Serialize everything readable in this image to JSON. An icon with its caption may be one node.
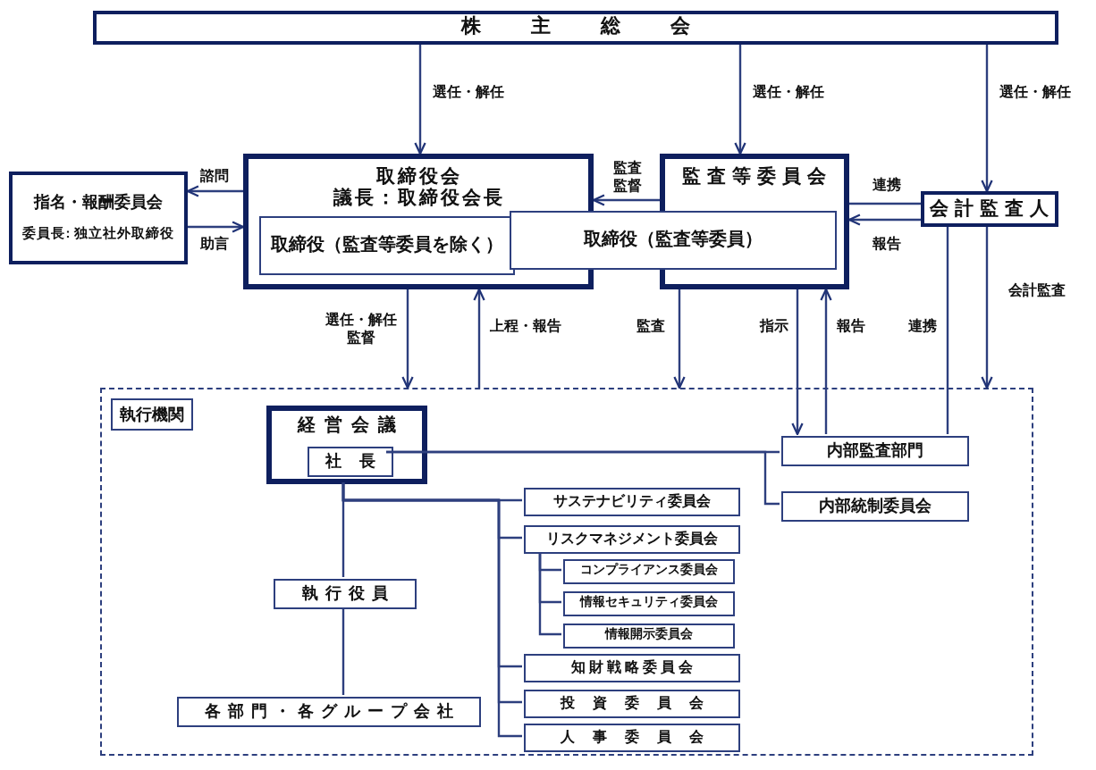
{
  "diagram": {
    "nodes": [
      {
        "text": [
          "株主総会"
        ]
      },
      {
        "text": [
          "指名・報酬委員会",
          "委員長: 独立社外取締役"
        ]
      },
      {
        "text": [
          "取締役会",
          "議長：取締役会長"
        ]
      },
      {
        "text": [
          "取締役（監査等委員を除く）"
        ],
        "in": 2
      },
      {
        "text": [
          "取締役（監査等委員）"
        ]
      },
      {
        "text": [
          "監査等委員会"
        ]
      },
      {
        "text": [
          "会計監査人"
        ]
      },
      {
        "text": [],
        "shape": "box"
      },
      {
        "text": [
          "経営会議"
        ],
        "in": 7
      },
      {
        "text": [
          "社長"
        ],
        "in": 8
      },
      {
        "text": [
          "内部監査部門"
        ],
        "in": 7
      },
      {
        "text": [
          "内部統制委員会"
        ],
        "in": 7
      },
      {
        "text": [
          "執行役員"
        ],
        "in": 7
      },
      {
        "text": [
          "各部門・各グループ会社"
        ],
        "in": 7
      },
      {
        "text": [
          "サステナビリティ委員会"
        ],
        "in": 7
      },
      {
        "text": [
          "リスクマネジメント委員会"
        ],
        "in": 7
      },
      {
        "text": [
          "コンプライアンス委員会"
        ],
        "in": 7
      },
      {
        "text": [
          "情報セキュリティ委員会"
        ],
        "in": 7
      },
      {
        "text": [
          "情報開示委員会"
        ],
        "in": 7
      },
      {
        "text": [
          "知財戦略委員会"
        ],
        "in": 7
      },
      {
        "text": [
          "投資委員会"
        ],
        "in": 7
      },
      {
        "text": [
          "人事委員会"
        ],
        "in": 7
      },
      {
        "text": [
          "執行機関"
        ],
        "in": 7
      }
    ],
    "edges": [
      {
        "from": 0,
        "to": 2,
        "arrow": "to",
        "label": "選任・解任"
      },
      {
        "from": 0,
        "to": 5,
        "arrow": "to",
        "label": "選任・解任"
      },
      {
        "from": 0,
        "to": 6,
        "arrow": "to",
        "label": "選任・解任"
      },
      {
        "from": 2,
        "to": 1,
        "arrow": "to",
        "label": "諮問"
      },
      {
        "from": 1,
        "to": 2,
        "arrow": "to",
        "label": "助言"
      },
      {
        "from": 5,
        "to": 2,
        "arrow": "to",
        "label": "監査監督"
      },
      {
        "from": 6,
        "to": 5,
        "arrow": "none",
        "label": "連携"
      },
      {
        "from": 6,
        "to": 5,
        "arrow": "to",
        "label": "報告"
      },
      {
        "from": 6,
        "to": 7,
        "arrow": "to",
        "label": "会計監査"
      },
      {
        "from": 2,
        "to": 7,
        "arrow": "to",
        "label": "選任・解任監督"
      },
      {
        "from": 7,
        "to": 2,
        "arrow": "to",
        "label": "上程・報告"
      },
      {
        "from": 5,
        "to": 7,
        "arrow": "to",
        "label": "監査"
      },
      {
        "from": 5,
        "to": 10,
        "arrow": "to",
        "label": "指示"
      },
      {
        "from": 10,
        "to": 5,
        "arrow": "to",
        "label": "報告"
      },
      {
        "from": 6,
        "to": 10,
        "arrow": "none",
        "label": "連携"
      },
      {
        "from": 9,
        "to": 10,
        "arrow": "none"
      },
      {
        "from": 9,
        "to": 11,
        "arrow": "none"
      },
      {
        "from": 8,
        "to": 12,
        "arrow": "none"
      },
      {
        "from": 8,
        "to": 14,
        "arrow": "none"
      },
      {
        "from": 8,
        "to": 15,
        "arrow": "none"
      },
      {
        "from": 8,
        "to": 19,
        "arrow": "none"
      },
      {
        "from": 8,
        "to": 20,
        "arrow": "none"
      },
      {
        "from": 8,
        "to": 21,
        "arrow": "none"
      },
      {
        "from": 15,
        "to": 16,
        "arrow": "none"
      },
      {
        "from": 15,
        "to": 17,
        "arrow": "none"
      },
      {
        "from": 15,
        "to": 18,
        "arrow": "none"
      },
      {
        "from": 12,
        "to": 13,
        "arrow": "none"
      }
    ]
  }
}
